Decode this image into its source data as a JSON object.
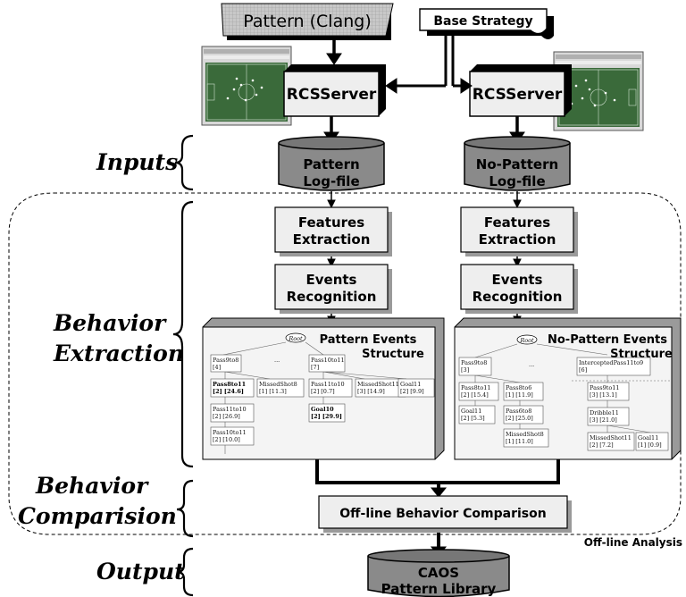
{
  "colors": {
    "box_fill": "#eeeeee",
    "box_shadow": "#9a9a9a",
    "db_fill": "#8a8a8a",
    "field_green": "#3a6a3a",
    "line": "#000000"
  },
  "inputs_top": {
    "pattern_clang": "Pattern (Clang)",
    "base_strategy": "Base Strategy"
  },
  "servers": {
    "left": "RCSServer",
    "right": "RCSServer"
  },
  "side_labels": {
    "inputs": "Inputs",
    "behavior_line1": "Behavior",
    "behavior_line2": "Extraction",
    "comparison_line1": "Behavior",
    "comparison_line2": "Comparision",
    "output": "Output"
  },
  "logfiles": {
    "left_line1": "Pattern",
    "left_line2": "Log-file",
    "right_line1": "No-Pattern",
    "right_line2": "Log-file"
  },
  "process_boxes": {
    "features_line1": "Features",
    "features_line2": "Extraction",
    "events_line1": "Events",
    "events_line2": "Recognition"
  },
  "structures": {
    "left_title_line1": "Pattern Events",
    "left_title_line2": "Structure",
    "right_title_line1": "No-Pattern Events",
    "right_title_line2": "Structure",
    "root": "Root",
    "ellipsis": "...",
    "left_nodes": [
      {
        "line1": "Pass9to8",
        "line2": "[4]",
        "bold": false
      },
      {
        "line1": "Pass10to11",
        "line2": "[7]",
        "bold": false
      },
      {
        "line1": "Pass8to11",
        "line2": "[2]   [24.6]",
        "bold": true
      },
      {
        "line1": "MissedShot8",
        "line2": "[1]   [11.3]",
        "bold": false
      },
      {
        "line1": "Pass11to10",
        "line2": "[2]   [0.7]",
        "bold": false
      },
      {
        "line1": "MissedShot11",
        "line2": "[3]   [14.9]",
        "bold": false
      },
      {
        "line1": "Goal11",
        "line2": "[2]   [9.9]",
        "bold": false
      },
      {
        "line1": "Pass11to10",
        "line2": "[2]   [26.9]",
        "bold": false
      },
      {
        "line1": "Goal10",
        "line2": "[2]   [29.9]",
        "bold": true
      },
      {
        "line1": "Pass10to11",
        "line2": "[2]   [10.0]",
        "bold": false
      }
    ],
    "right_nodes": [
      {
        "line1": "Pass9to8",
        "line2": "[3]",
        "bold": false
      },
      {
        "line1": "InterceptedPass11to9",
        "line2": "[6]",
        "bold": false
      },
      {
        "line1": "Pass8to11",
        "line2": "[2]   [15.4]",
        "bold": false
      },
      {
        "line1": "Pass8to6",
        "line2": "[1]   [11.9]",
        "bold": false
      },
      {
        "line1": "Pass9to11",
        "line2": "[3]   [13.1]",
        "bold": false
      },
      {
        "line1": "Goal11",
        "line2": "[2]   [5.3]",
        "bold": false
      },
      {
        "line1": "Pass6to8",
        "line2": "[2]   [25.0]",
        "bold": false
      },
      {
        "line1": "Dribble11",
        "line2": "[3]   [21.0]",
        "bold": false
      },
      {
        "line1": "MissedShot8",
        "line2": "[1]   [11.0]",
        "bold": false
      },
      {
        "line1": "MissedShot11",
        "line2": "[2]   [7.2]",
        "bold": false
      },
      {
        "line1": "Goal11",
        "line2": "[1]   [0.9]",
        "bold": false
      }
    ]
  },
  "comparison_box": "Off-line Behavior Comparison",
  "offline_analysis": "Off-line Analysis",
  "library": {
    "line1": "CAOS",
    "line2": "Pattern Library"
  }
}
